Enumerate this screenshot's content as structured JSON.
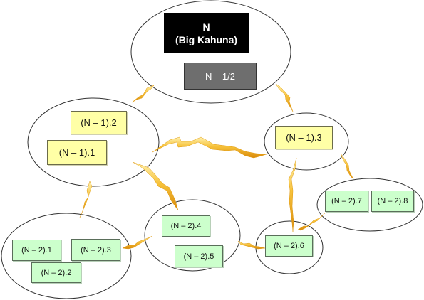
{
  "colors": {
    "ellipse_stroke": "#333333",
    "bolt_fill": "#f5b21a",
    "bolt_highlight": "#fff2b0",
    "yellow_box": "#ffffa6",
    "green_box": "#ccffcc",
    "black_box": "#000000",
    "gray_box": "#6e6e6e"
  },
  "nodes": {
    "big_kahuna": {
      "line1": "N",
      "line2": "(Big Kahuna)"
    },
    "half": "N – 1/2",
    "n1_2": "(N – 1).2",
    "n1_1": "(N – 1).1",
    "n1_3": "(N – 1).3",
    "n2_1": "(N – 2).1",
    "n2_2": "(N – 2).2",
    "n2_3": "(N – 2).3",
    "n2_4": "(N – 2).4",
    "n2_5": "(N – 2).5",
    "n2_6": "(N – 2).6",
    "n2_7": "(N – 2).7",
    "n2_8": "(N – 2).8"
  }
}
